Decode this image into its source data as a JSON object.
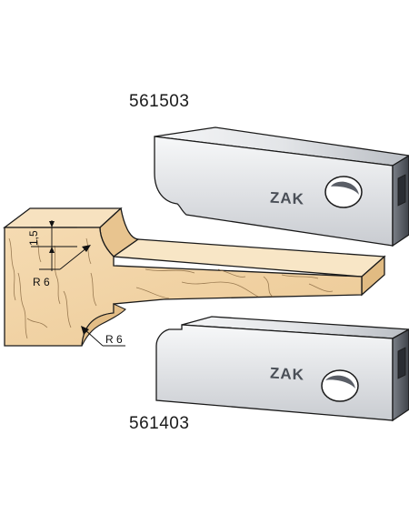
{
  "labels": {
    "part_top": "561503",
    "part_bottom": "561403",
    "dim_depth": "1,5",
    "radius_upper": "R 6",
    "radius_lower": "R 6",
    "logo_top": "ZAK",
    "logo_bottom": "ZAK"
  },
  "colors": {
    "wood": "#f2d3a5",
    "wood_dark": "#e3bd86",
    "wood_grain": "#8a6a42",
    "steel_light": "#f1f2f4",
    "steel_mid": "#c7cacf",
    "steel_dark": "#5c6068",
    "outline": "#1a1a1a"
  }
}
